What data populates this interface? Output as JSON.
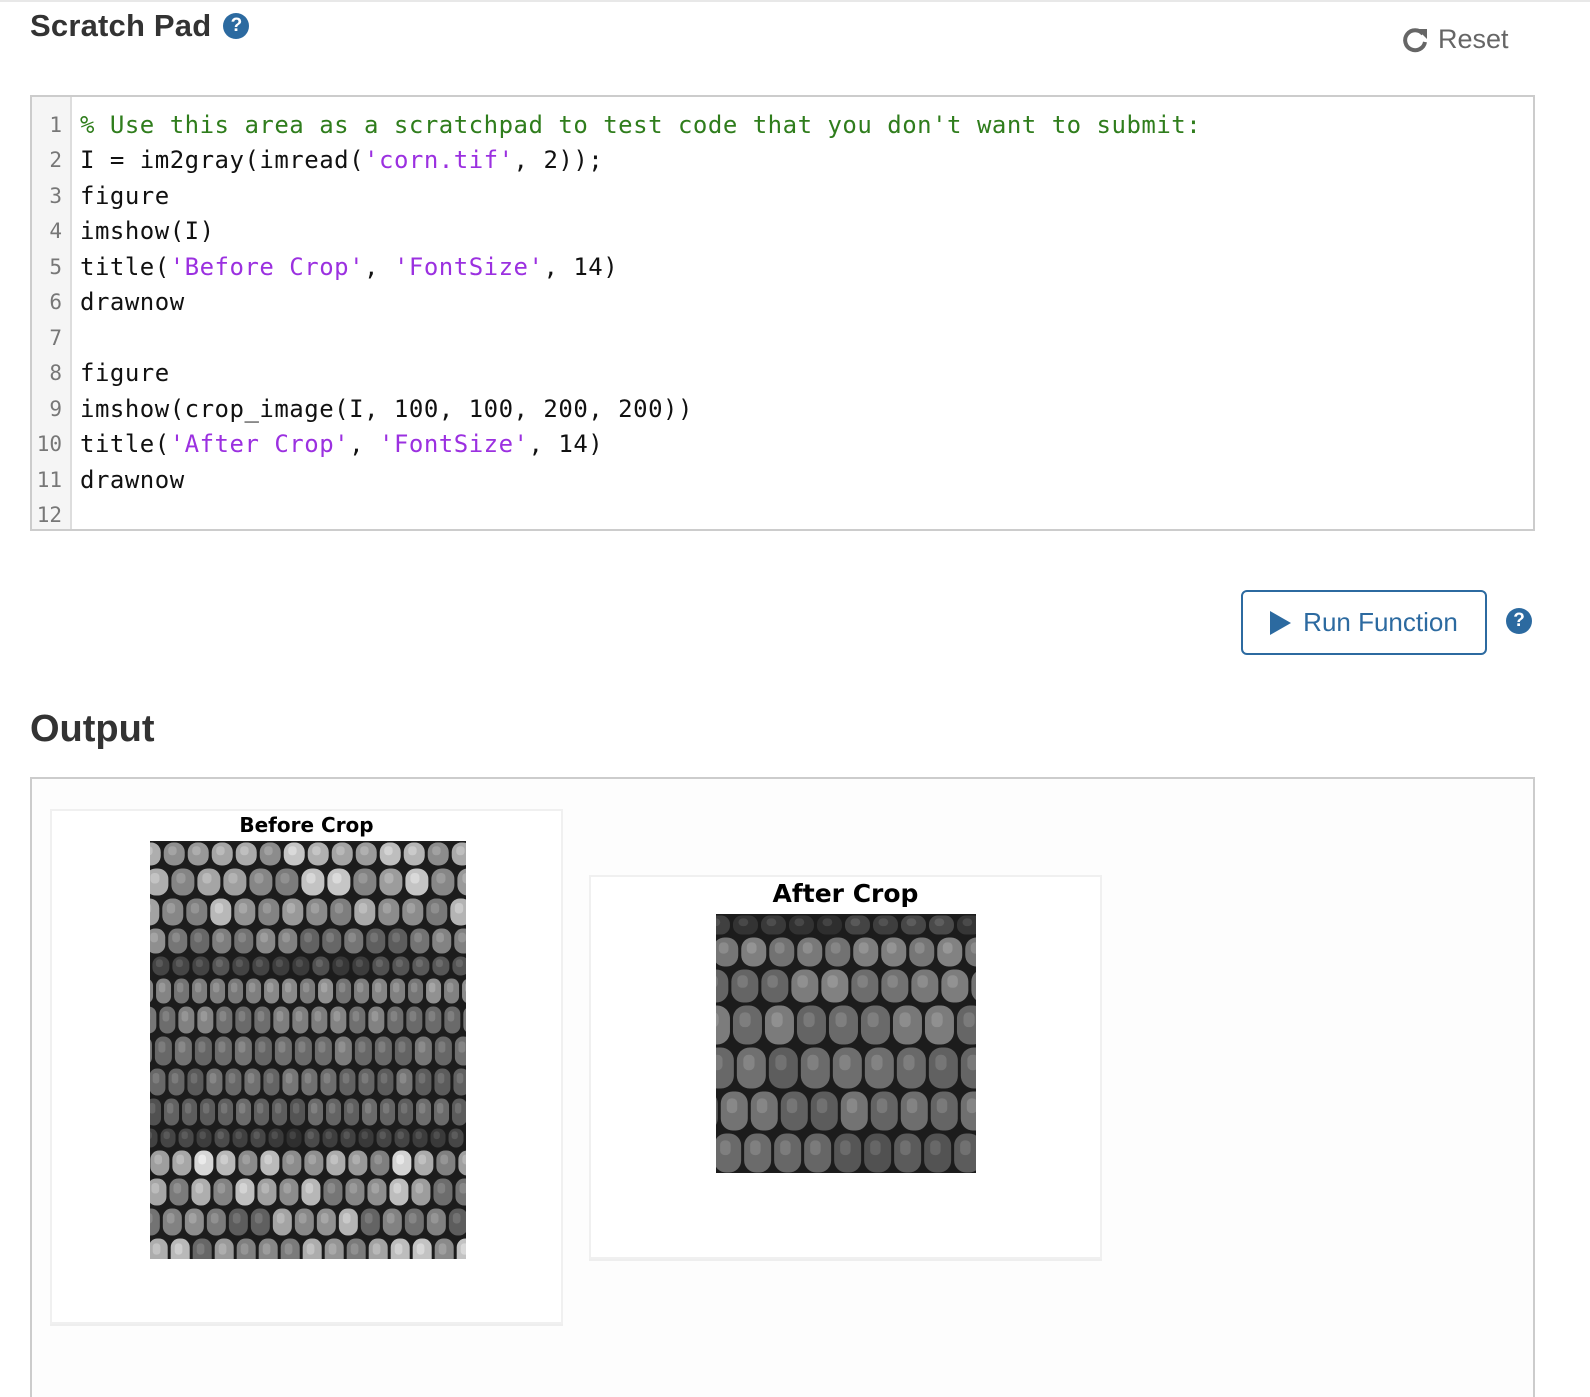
{
  "scratchpad": {
    "title": "Scratch Pad",
    "help_icon": "?",
    "reset_label": "Reset",
    "code_lines": [
      {
        "n": "1",
        "tokens": [
          {
            "t": "comment",
            "v": "% Use this area as a scratchpad to test code that you don't want to submit:"
          }
        ]
      },
      {
        "n": "2",
        "tokens": [
          {
            "t": "plain",
            "v": "I = im2gray(imread("
          },
          {
            "t": "string",
            "v": "'corn.tif'"
          },
          {
            "t": "plain",
            "v": ", 2));"
          }
        ]
      },
      {
        "n": "3",
        "tokens": [
          {
            "t": "plain",
            "v": "figure"
          }
        ]
      },
      {
        "n": "4",
        "tokens": [
          {
            "t": "plain",
            "v": "imshow(I)"
          }
        ]
      },
      {
        "n": "5",
        "tokens": [
          {
            "t": "plain",
            "v": "title("
          },
          {
            "t": "string",
            "v": "'Before Crop'"
          },
          {
            "t": "plain",
            "v": ", "
          },
          {
            "t": "string",
            "v": "'FontSize'"
          },
          {
            "t": "plain",
            "v": ", 14)"
          }
        ]
      },
      {
        "n": "6",
        "tokens": [
          {
            "t": "plain",
            "v": "drawnow"
          }
        ]
      },
      {
        "n": "7",
        "tokens": []
      },
      {
        "n": "8",
        "tokens": [
          {
            "t": "plain",
            "v": "figure"
          }
        ]
      },
      {
        "n": "9",
        "tokens": [
          {
            "t": "plain",
            "v": "imshow(crop_image(I, 100, 100, 200, 200))"
          }
        ]
      },
      {
        "n": "10",
        "tokens": [
          {
            "t": "plain",
            "v": "title("
          },
          {
            "t": "string",
            "v": "'After Crop'"
          },
          {
            "t": "plain",
            "v": ", "
          },
          {
            "t": "string",
            "v": "'FontSize'"
          },
          {
            "t": "plain",
            "v": ", 14)"
          }
        ]
      },
      {
        "n": "11",
        "tokens": [
          {
            "t": "plain",
            "v": "drawnow"
          }
        ]
      },
      {
        "n": "12",
        "tokens": []
      }
    ]
  },
  "run": {
    "label": "Run Function",
    "help_icon": "?"
  },
  "output": {
    "title": "Output",
    "figures": [
      {
        "title": "Before Crop",
        "image": "grayscale corn kernels (full image)"
      },
      {
        "title": "After Crop",
        "image": "grayscale corn kernels (cropped 200x200)"
      }
    ]
  },
  "colors": {
    "accent": "#2c6aa0",
    "comment": "#2f7d1c",
    "string": "#9b30e0",
    "heading": "#333333",
    "reset": "#666666"
  }
}
